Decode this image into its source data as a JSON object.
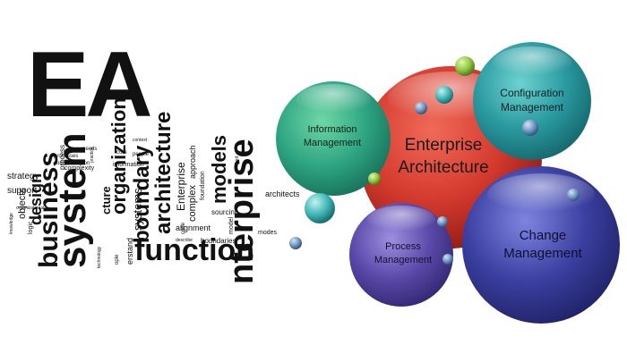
{
  "wordcloud": {
    "title": "EA",
    "words": {
      "system": "system",
      "business": "business",
      "function": "function",
      "enterprise": "nterprise",
      "architecture": "architecture",
      "organization": "organization",
      "models": "models",
      "boundary": "boundary",
      "systems": "systems",
      "design": "design",
      "complex": "complex",
      "approach": "approach",
      "alignment": "alignment",
      "enterprise_small": "Enterprise",
      "information": "information",
      "foundation": "foundation",
      "boundaries": "boundaries",
      "sourcing": "sourcing",
      "model": "model",
      "architects": "architects",
      "modes": "modes",
      "objects": "objects",
      "strategy": "strategy",
      "support": "support",
      "organizational": "organizational",
      "complexity": "complexity",
      "processes": "processes",
      "process": "process",
      "communication": "communication",
      "needs": "needs",
      "practice": "practice",
      "core": "core",
      "people": "people",
      "context": "context",
      "technology": "technology",
      "erstand": "erstand",
      "ople": "ople",
      "cture": "cture",
      "describe": "describe",
      "code": "code",
      "embed": "embed",
      "logic": "logic",
      "knowledge": "knowledge"
    }
  },
  "bubbles": {
    "center": [
      "Enterprise",
      "Architecture"
    ],
    "information": [
      "Information",
      "Management"
    ],
    "configuration": [
      "Configuration",
      "Management"
    ],
    "process": [
      "Process",
      "Management"
    ],
    "change": [
      "Change",
      "Management"
    ]
  },
  "colors": {
    "center": "#d43a2e",
    "information": "#2fa683",
    "configuration": "#2a9aa0",
    "process": "#5a49a8",
    "change": "#3b3fa0"
  }
}
